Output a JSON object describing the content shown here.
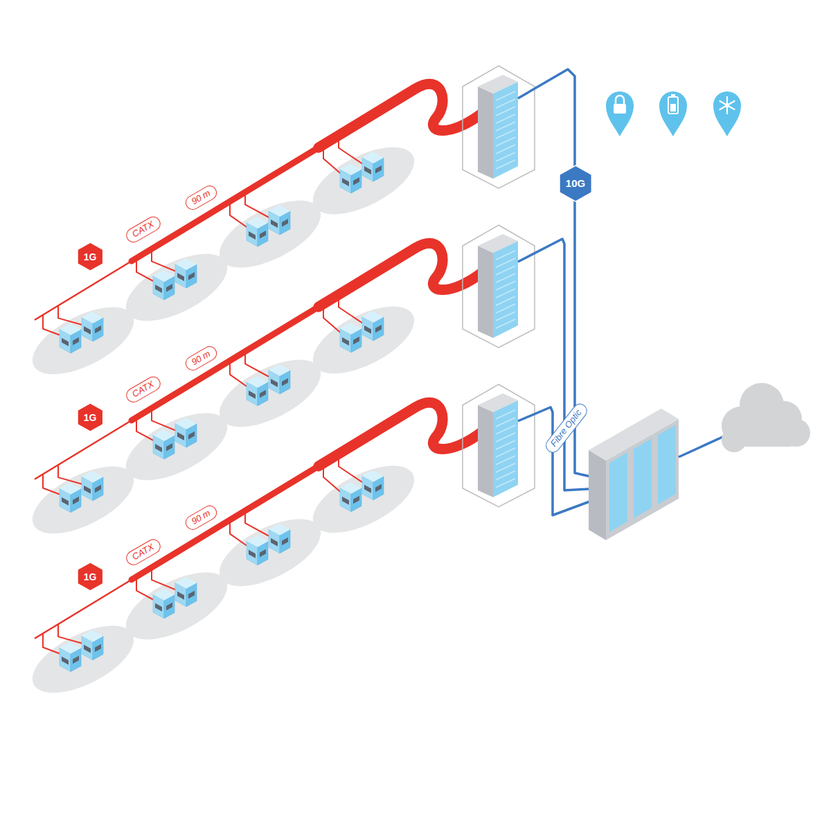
{
  "diagram": {
    "nodes": [
      {
        "text": [
          "1G"
        ]
      },
      {
        "text": [
          "CATX"
        ]
      },
      {
        "text": [
          "90 m"
        ]
      },
      {
        "text": [
          "10G"
        ]
      },
      {
        "text": [
          "1G"
        ]
      },
      {
        "text": [
          "CATX"
        ]
      },
      {
        "text": [
          "90 m"
        ]
      },
      {
        "text": [
          "Fibre Optic"
        ]
      },
      {
        "text": [
          "1G"
        ]
      },
      {
        "text": [
          "CATX"
        ]
      },
      {
        "text": [
          "90 m"
        ]
      }
    ]
  }
}
